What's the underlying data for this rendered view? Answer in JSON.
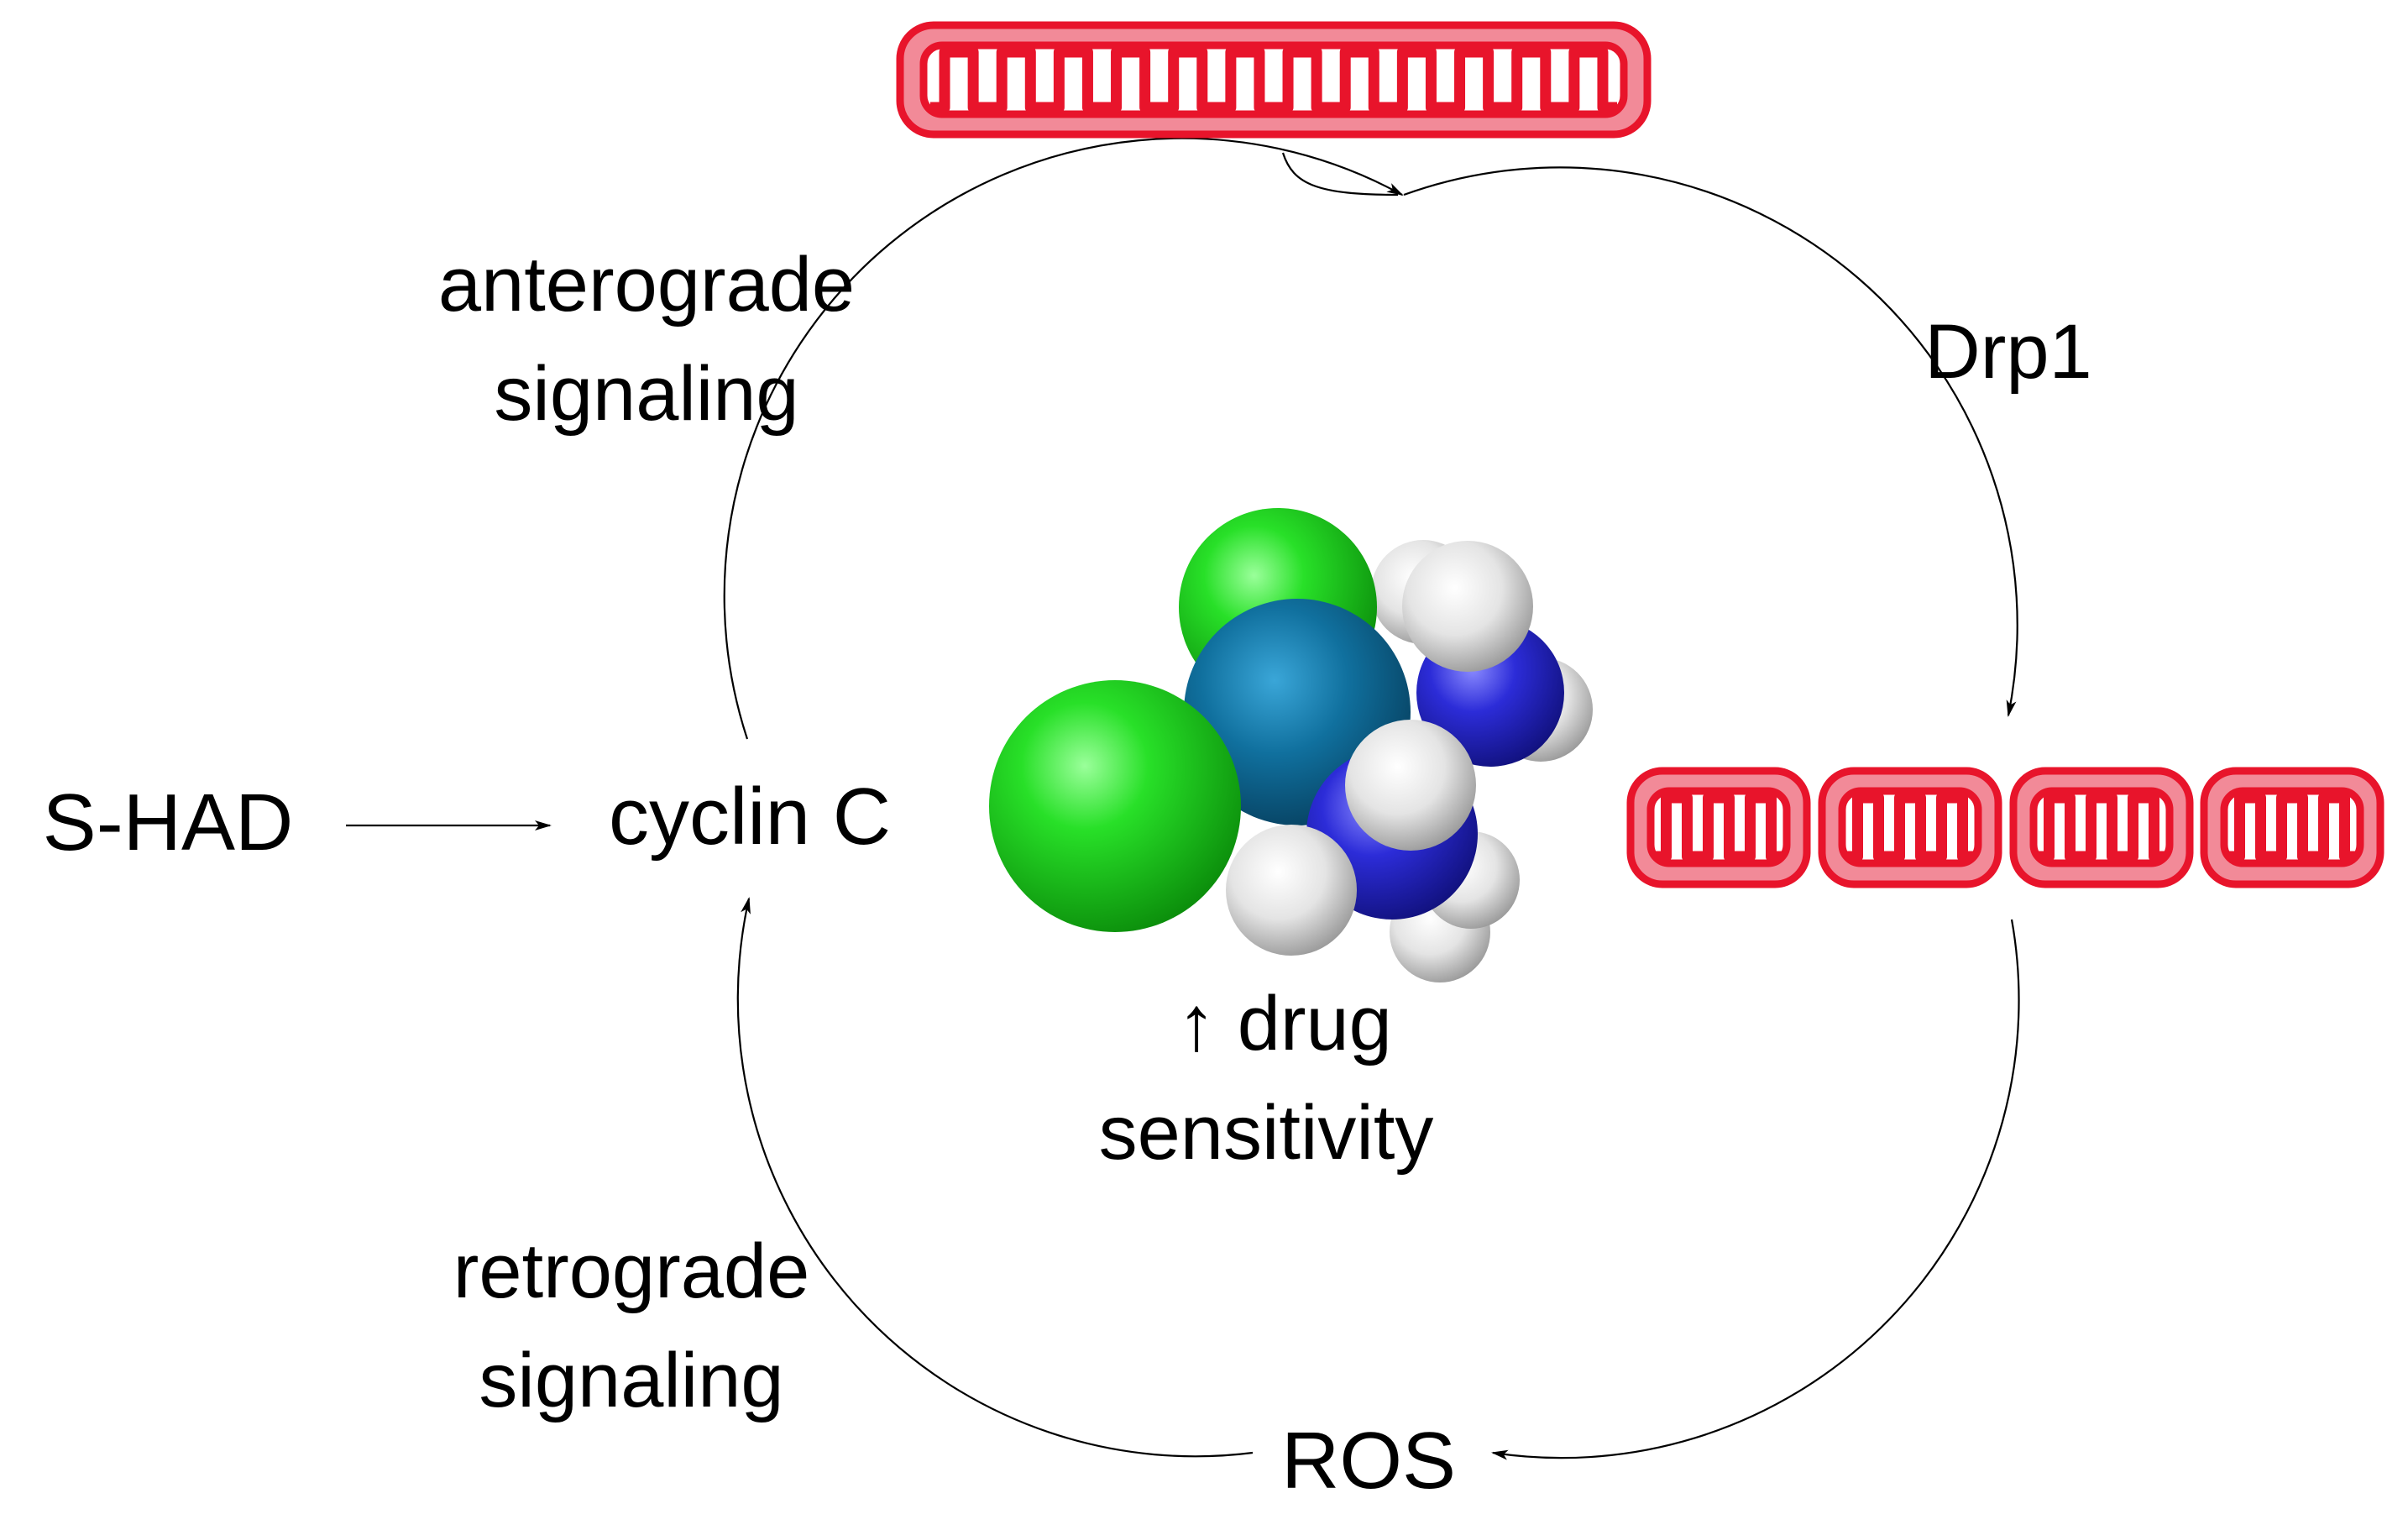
{
  "labels": {
    "anterograde_line1": "anterograde",
    "anterograde_line2": "signaling",
    "drp1": "Drp1",
    "shad": "S-HAD",
    "cyclin": "cyclin C",
    "drug_line1": "↑ drug",
    "drug_line2": "sensitivity",
    "retrograde_line1": "retrograde",
    "retrograde_line2": "signaling",
    "ros": "ROS"
  },
  "colors": {
    "mitochondria_red": "#e8142b",
    "mitochondria_pink": "#f28a98",
    "chlorine_green": "#22cc22",
    "platinum_teal": "#0f6fa0",
    "nitrogen_blue": "#2a2ad8",
    "hydrogen_white": "#f2f2f2"
  },
  "molecule": "cisplatin-space-filling"
}
